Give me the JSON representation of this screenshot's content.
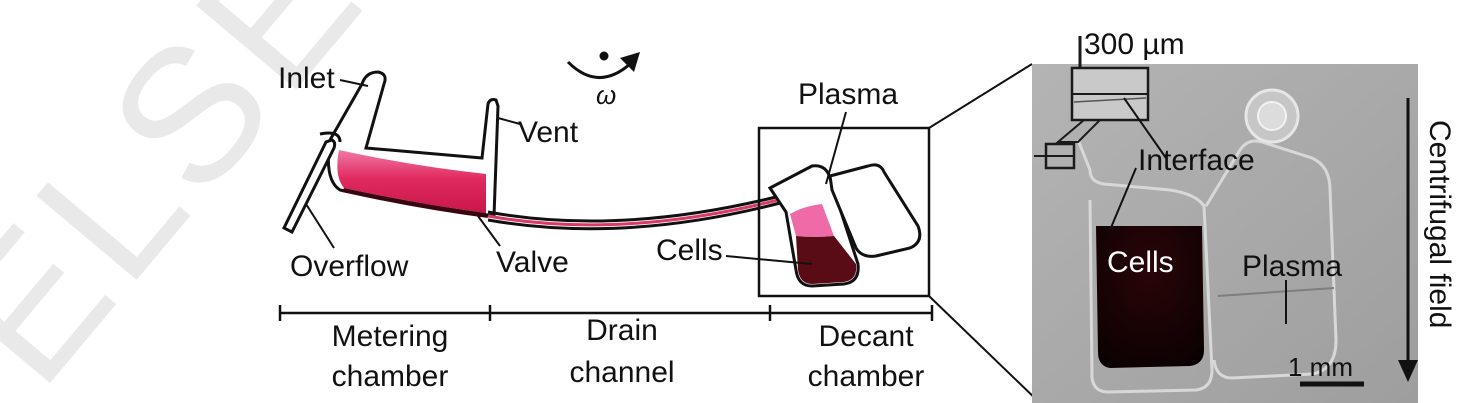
{
  "watermark": "ELSEVIER",
  "colors": {
    "blood": "#e0245c",
    "plasma_pink": "#ee6ba8",
    "cells_dark": "#5a0c16",
    "photo_bg": "#a9a9a9"
  },
  "rotation": {
    "symbol": "ω"
  },
  "schematic": {
    "labels": {
      "inlet": "Inlet",
      "vent": "Vent",
      "overflow": "Overflow",
      "valve": "Valve",
      "cells": "Cells",
      "plasma": "Plasma"
    },
    "sections": [
      {
        "line1": "Metering",
        "line2": "chamber"
      },
      {
        "line1": "Drain",
        "line2": "channel"
      },
      {
        "line1": "Decant",
        "line2": "chamber"
      }
    ]
  },
  "photo": {
    "labels": {
      "scale_inset": "300 µm",
      "interface": "Interface",
      "cells": "Cells",
      "plasma": "Plasma",
      "scale_bar": "1 mm"
    },
    "field_label": "Centrifugal field"
  }
}
